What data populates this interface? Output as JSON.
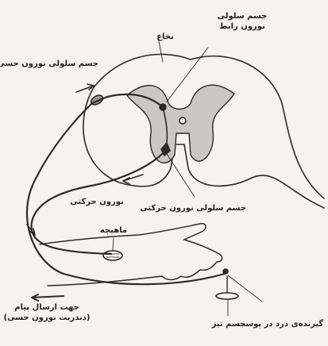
{
  "labels": {
    "interneuron": [
      "جسم سلولی",
      "نورون رابط"
    ],
    "spinal_cord": "نخاع",
    "sensory_cell_body": "جسم سلولی نورون حسی",
    "motor_cell_body": "جسم سلولی نورون حرکتی",
    "motor_neuron": "نورون حرکتی",
    "muscle": "ماهیچه",
    "signal_direction": [
      "جهت ارسال پیام",
      "(دندریت نورون حسی)"
    ],
    "pin": "جسم تیز",
    "receptor": "گیرنده‌ی درد در پوست"
  },
  "colors": {
    "ink": "#2a2a2a",
    "gray_matter": "#c9c8c4",
    "paper": "#f4f3ef"
  }
}
